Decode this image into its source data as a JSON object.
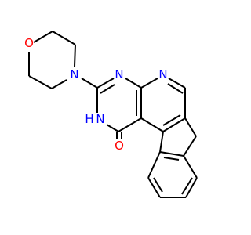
{
  "colors": {
    "oxygen": "#FF0000",
    "nitrogen": "#0000FF",
    "carbon_bond": "#000000",
    "background": "#FFFFFF"
  },
  "atoms": {
    "morpholine_oxygen": "O",
    "morpholine_nitrogen": "N",
    "pyrimidine_n3": "N",
    "pyridine_n": "N",
    "lactam_nh_h": "H",
    "lactam_nh_n": "N",
    "carbonyl_oxygen": "O"
  }
}
